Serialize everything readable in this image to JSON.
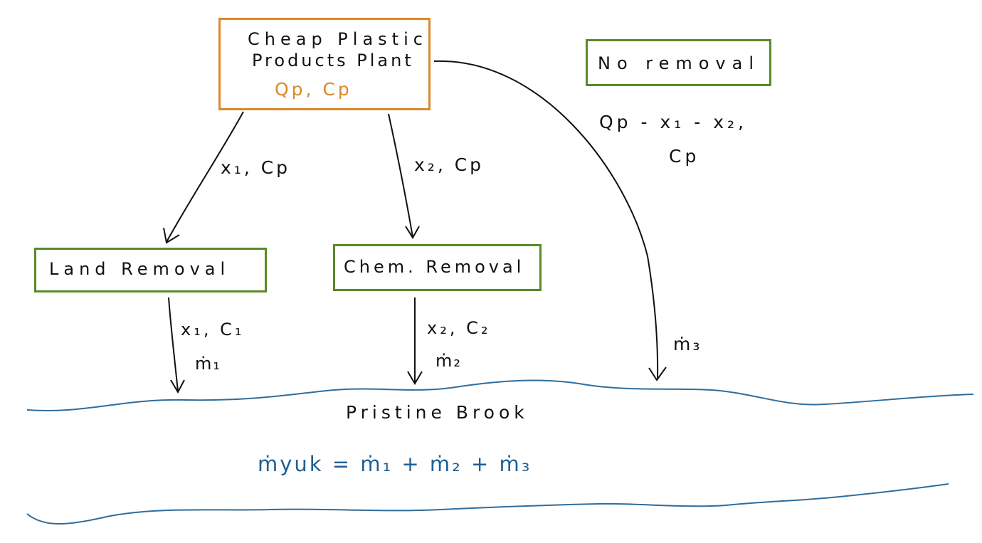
{
  "colors": {
    "plant_border": "#d9892a",
    "plant_vars": "#d9892a",
    "removal_border": "#5a8a2a",
    "brook_line": "#2f6d9c",
    "equation": "#1f5f95",
    "ink": "#111111"
  },
  "plant": {
    "line1": "Cheap Plastic",
    "line2": "Products Plant",
    "vars": "Qp, Cp"
  },
  "no_removal": {
    "label": "No removal",
    "flow_line1": "Qp - x₁ - x₂,",
    "flow_line2": "Cp"
  },
  "land_removal": {
    "label": "Land Removal",
    "inflow": "x₁, Cp",
    "outflow_line1": "x₁, C₁",
    "outflow_line2": "ṁ₁"
  },
  "chem_removal": {
    "label": "Chem. Removal",
    "inflow": "x₂, Cp",
    "outflow_line1": "x₂, C₂",
    "outflow_line2": "ṁ₂"
  },
  "bypass": {
    "outflow": "ṁ₃"
  },
  "brook": {
    "label": "Pristine Brook",
    "equation": "ṁyuk = ṁ₁ + ṁ₂ + ṁ₃"
  }
}
